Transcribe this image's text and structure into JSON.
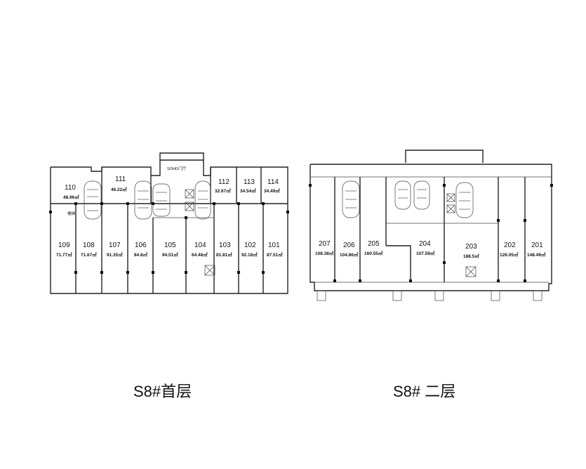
{
  "floors": [
    {
      "id": "floor1",
      "caption": "S8#首层",
      "units": [
        {
          "no": "110",
          "area": "48.96㎡",
          "note": "楼梯"
        },
        {
          "no": "111",
          "area": "46.22㎡"
        },
        {
          "no": "112",
          "area": "32.67㎡"
        },
        {
          "no": "113",
          "area": "34.54㎡"
        },
        {
          "no": "114",
          "area": "34.49㎡"
        },
        {
          "no": "109",
          "area": "71.77㎡"
        },
        {
          "no": "108",
          "area": "71.67㎡"
        },
        {
          "no": "107",
          "area": "91.35㎡"
        },
        {
          "no": "106",
          "area": "84.8㎡"
        },
        {
          "no": "105",
          "area": "94.51㎡"
        },
        {
          "no": "104",
          "area": "64.48㎡"
        },
        {
          "no": "103",
          "area": "81.81㎡"
        },
        {
          "no": "102",
          "area": "92.18㎡"
        },
        {
          "no": "101",
          "area": "87.51㎡"
        }
      ],
      "lobby": "SOHO门厅"
    },
    {
      "id": "floor2",
      "caption": "S8# 二层",
      "units": [
        {
          "no": "207",
          "area": "108.38㎡"
        },
        {
          "no": "206",
          "area": "104.86㎡"
        },
        {
          "no": "205",
          "area": "160.55㎡"
        },
        {
          "no": "204",
          "area": "107.59㎡"
        },
        {
          "no": "203",
          "area": "188.5㎡"
        },
        {
          "no": "202",
          "area": "126.05㎡"
        },
        {
          "no": "201",
          "area": "148.49㎡"
        }
      ]
    }
  ]
}
